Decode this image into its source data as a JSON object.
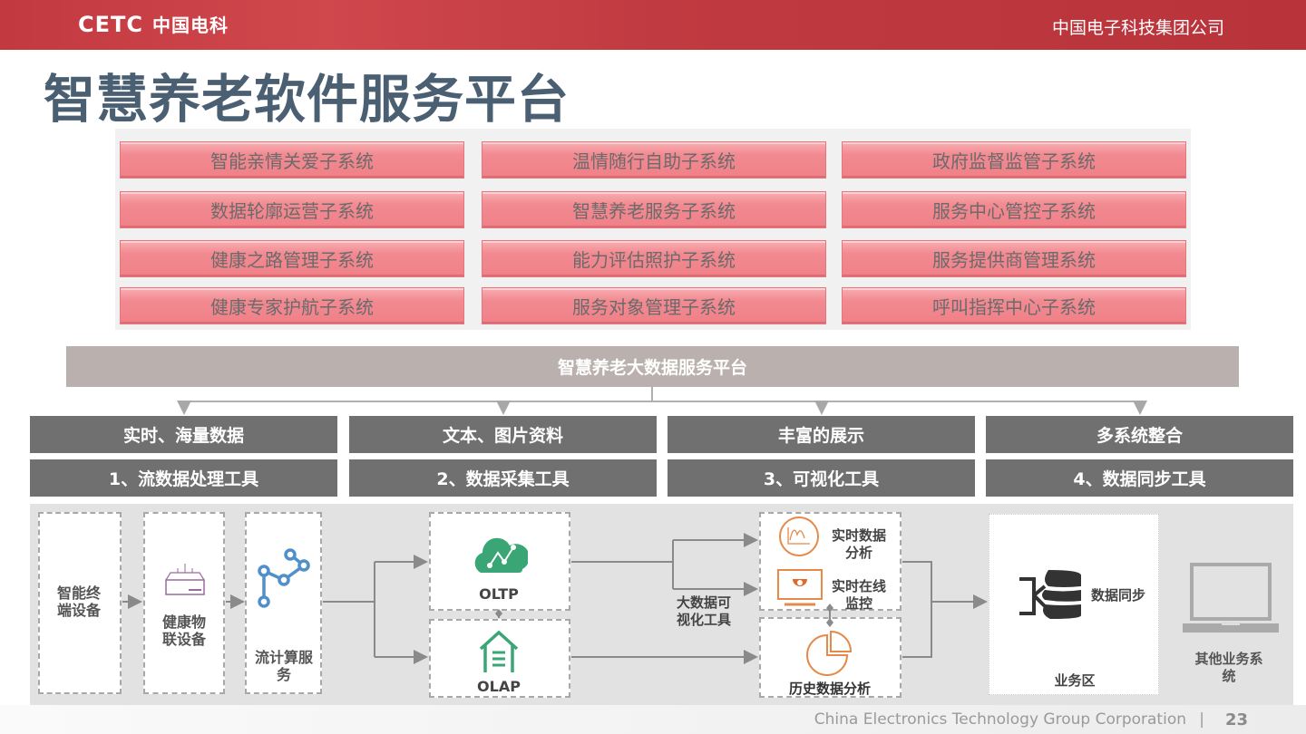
{
  "header": {
    "logo_text": "CETC",
    "logo_cn": "中国电科",
    "company": "中国电子科技集团公司"
  },
  "title": "智慧养老软件服务平台",
  "modules": [
    [
      "智能亲情关爱子系统",
      "温情随行自助子系统",
      "政府监督监管子系统"
    ],
    [
      "数据轮廓运营子系统",
      "智慧养老服务子系统",
      "服务中心管控子系统"
    ],
    [
      "健康之路管理子系统",
      "能力评估照护子系统",
      "服务提供商管理系统"
    ],
    [
      "健康专家护航子系统",
      "服务对象管理子系统",
      "呼叫指挥中心子系统"
    ]
  ],
  "platform": "智慧养老大数据服务平台",
  "features": [
    "实时、海量数据",
    "文本、图片资料",
    "丰富的展示",
    "多系统整合"
  ],
  "tools": [
    "1、流数据处理工具",
    "2、数据采集工具",
    "3、可视化工具",
    "4、数据同步工具"
  ],
  "diagram": {
    "terminal": "智能终端设备",
    "iot": "健康物联设备",
    "stream": "流计算服务",
    "oltp": "OLTP",
    "olap": "OLAP",
    "viz_tool": "大数据可视化工具",
    "realtime_analysis": "实时数据分析",
    "realtime_monitor": "实时在线监控",
    "history_analysis": "历史数据分析",
    "data_sync": "数据同步",
    "business_zone": "业务区",
    "other_systems": "其他业务系统"
  },
  "footer": {
    "text": "China Electronics Technology Group Corporation",
    "separator": "|",
    "page": "23"
  }
}
